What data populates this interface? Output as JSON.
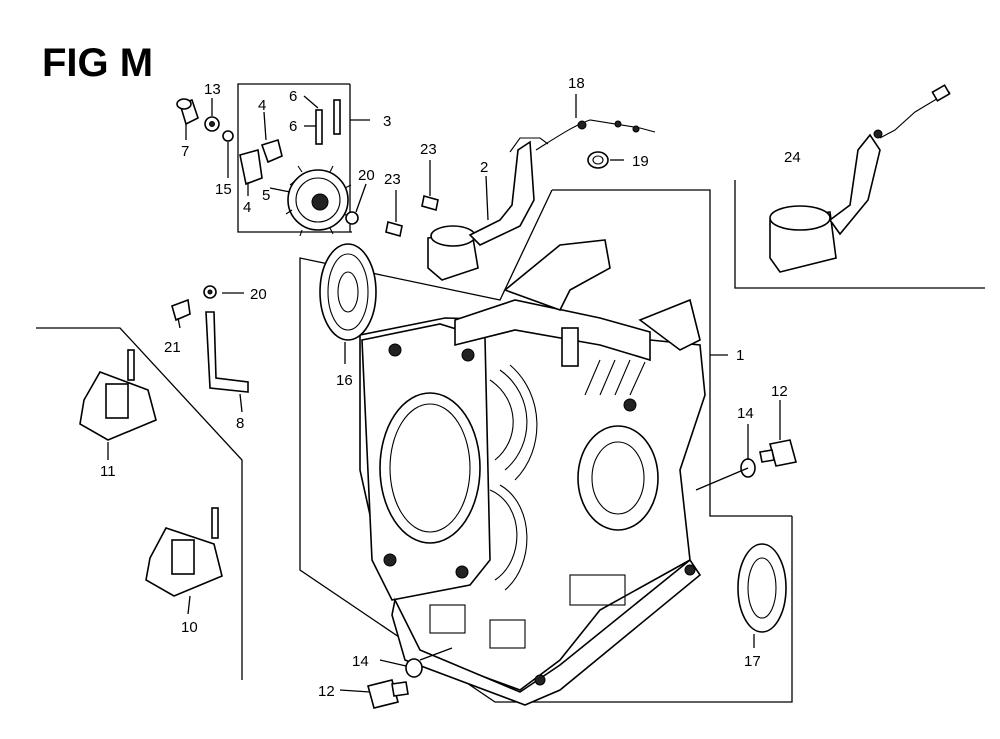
{
  "figure": {
    "title": "FIG M"
  },
  "callouts": {
    "c1": "1",
    "c2": "2",
    "c3": "3",
    "c4a": "4",
    "c4b": "4",
    "c5": "5",
    "c6a": "6",
    "c6b": "6",
    "c7": "7",
    "c8": "8",
    "c10": "10",
    "c11": "11",
    "c12a": "12",
    "c12b": "12",
    "c13": "13",
    "c14a": "14",
    "c14b": "14",
    "c15": "15",
    "c16": "16",
    "c17": "17",
    "c18": "18",
    "c19": "19",
    "c20a": "20",
    "c20b": "20",
    "c21": "21",
    "c23a": "23",
    "c23b": "23",
    "c24": "24"
  }
}
